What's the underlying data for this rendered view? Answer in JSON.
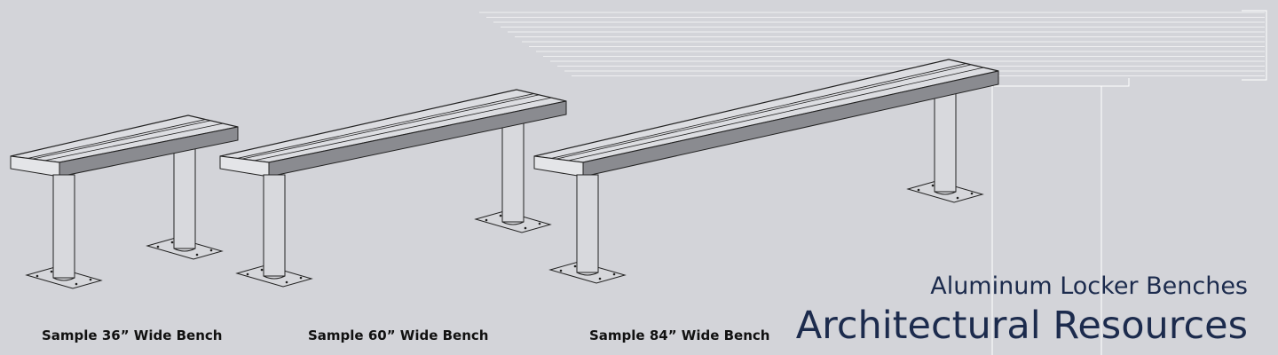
{
  "benches": [
    {
      "caption": "Sample 36” Wide Bench"
    },
    {
      "caption": "Sample 60” Wide Bench"
    },
    {
      "caption": "Sample 84” Wide Bench"
    }
  ],
  "subtitle": "Aluminum Locker Benches",
  "title": "Architectural Resources",
  "colors": {
    "background": "#d3d4d9",
    "text": "#1c2b4d",
    "line": "#222222"
  }
}
